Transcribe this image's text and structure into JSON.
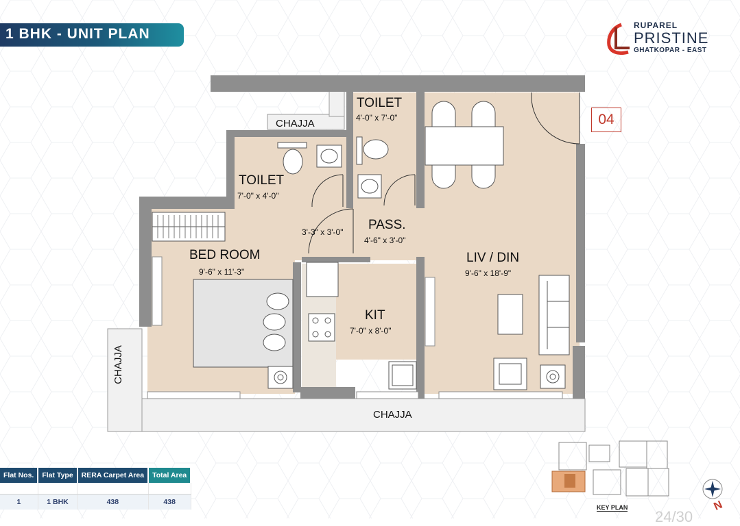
{
  "header": {
    "title": "1 BHK - UNIT PLAN"
  },
  "logo": {
    "line1": "RUPAREL",
    "line2": "PRISTINE",
    "line3": "GHATKOPAR - EAST"
  },
  "unit_number": "04",
  "rooms": {
    "toilet1": {
      "name": "TOILET",
      "size": "4'-0\" x 7'-0\""
    },
    "toilet2": {
      "name": "TOILET",
      "size": "7'-0\" x 4'-0\""
    },
    "passage_small": {
      "size": "3'-3\" x 3'-0\""
    },
    "passage": {
      "name": "PASS.",
      "size": "4'-6\" x 3'-0\""
    },
    "bedroom": {
      "name": "BED ROOM",
      "size": "9'-6\" x 11'-3\""
    },
    "living": {
      "name": "LIV / DIN",
      "size": "9'-6\" x 18'-9\""
    },
    "kitchen": {
      "name": "KIT",
      "size": "7'-0\" x 8'-0\""
    }
  },
  "chajja": {
    "top": "CHAJJA",
    "left": "CHAJJA",
    "bottom": "CHAJJA"
  },
  "area_table": {
    "headers": [
      "Flat Nos.",
      "Flat Type",
      "RERA Carpet Area",
      "Total Area"
    ],
    "row": [
      "1",
      "1 BHK",
      "438",
      "438"
    ]
  },
  "key_plan": {
    "label": "KEY PLAN"
  },
  "page": {
    "number": "24/30"
  },
  "colors": {
    "floor": "#ead9c6",
    "wall": "#8c8c8c",
    "title_bg": "#1f4a6e",
    "accent": "#c0392b"
  }
}
